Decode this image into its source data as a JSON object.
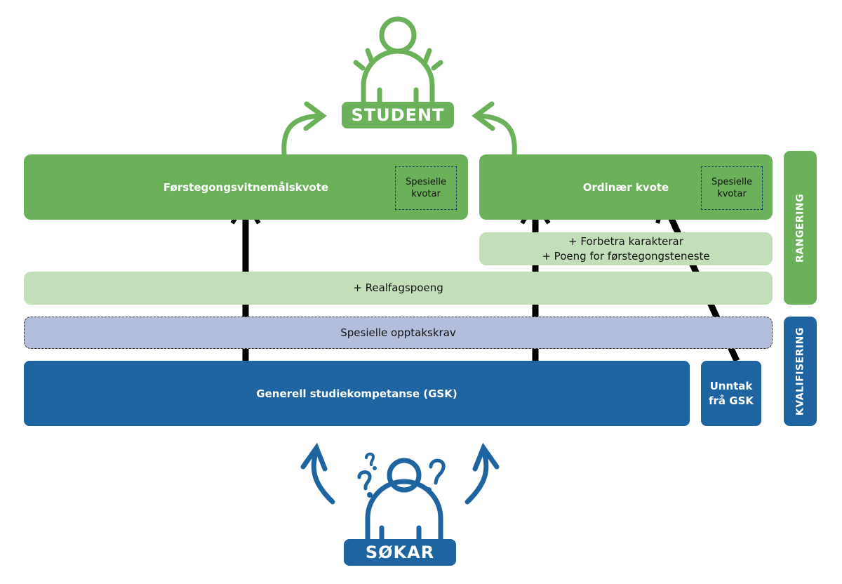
{
  "colors": {
    "green": "#6ab15a",
    "light_green": "#c3dfba",
    "lavender": "#b3bedc",
    "blue": "#1e64a0",
    "arrow": "#000000"
  },
  "student": {
    "label": "STUDENT",
    "icon": "person-celebrating-icon"
  },
  "sokar": {
    "label": "SØKAR",
    "icon": "person-questioning-icon"
  },
  "quotas": {
    "first": {
      "label": "Førstegongsvitnemålskvote",
      "special": "Spesielle kvotar"
    },
    "ordinary": {
      "label": "Ordinær kvote",
      "special": "Spesielle kvotar"
    }
  },
  "bonus": {
    "line1": "+ Forbetra karakterar",
    "line2": "+ Poeng for førstegongsteneste"
  },
  "realfag": "+ Realfagspoeng",
  "special_requirements": "Spesielle opptakskrav",
  "gsk": "Generell studiekompetanse (GSK)",
  "gsk_exception": "Unntak frå GSK",
  "side": {
    "ranking": "RANGERING",
    "qualification": "KVALIFISERING"
  }
}
